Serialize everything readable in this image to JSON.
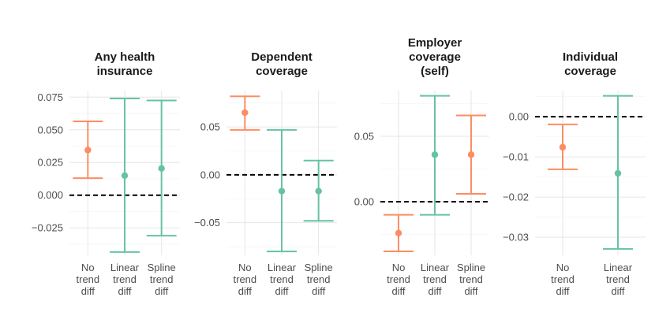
{
  "chart_data": [
    {
      "type": "errorbar",
      "title": "Any health insurance",
      "title_lines": [
        "Any health",
        "insurance"
      ],
      "categories": [
        "No trend diff",
        "Linear trend diff",
        "Spline trend diff"
      ],
      "category_lines": [
        [
          "No",
          "trend",
          "diff"
        ],
        [
          "Linear",
          "trend",
          "diff"
        ],
        [
          "Spline",
          "trend",
          "diff"
        ]
      ],
      "points": [
        {
          "category": "No trend diff",
          "estimate": 0.0345,
          "lower": 0.013,
          "upper": 0.0565,
          "color": "#fc8d62"
        },
        {
          "category": "Linear trend diff",
          "estimate": 0.015,
          "lower": -0.0435,
          "upper": 0.074,
          "color": "#66c2a5"
        },
        {
          "category": "Spline trend diff",
          "estimate": 0.0205,
          "lower": -0.031,
          "upper": 0.0725,
          "color": "#66c2a5"
        }
      ],
      "yticks": [
        -0.025,
        0.0,
        0.025,
        0.05,
        0.075
      ],
      "ytick_labels": [
        "−0.025",
        "0.000",
        "0.025",
        "0.050",
        "0.075"
      ],
      "ylim": [
        -0.046,
        0.08
      ],
      "reference_line": 0.0
    },
    {
      "type": "errorbar",
      "title": "Dependent coverage",
      "title_lines": [
        "Dependent",
        "coverage"
      ],
      "categories": [
        "No trend diff",
        "Linear trend diff",
        "Spline trend diff"
      ],
      "category_lines": [
        [
          "No",
          "trend",
          "diff"
        ],
        [
          "Linear",
          "trend",
          "diff"
        ],
        [
          "Spline",
          "trend",
          "diff"
        ]
      ],
      "points": [
        {
          "category": "No trend diff",
          "estimate": 0.065,
          "lower": 0.047,
          "upper": 0.082,
          "color": "#fc8d62"
        },
        {
          "category": "Linear trend diff",
          "estimate": -0.017,
          "lower": -0.08,
          "upper": 0.047,
          "color": "#66c2a5"
        },
        {
          "category": "Spline trend diff",
          "estimate": -0.017,
          "lower": -0.048,
          "upper": 0.015,
          "color": "#66c2a5"
        }
      ],
      "yticks": [
        -0.05,
        0.0,
        0.05
      ],
      "ytick_labels": [
        "−0.05",
        "0.00",
        "0.05"
      ],
      "ylim": [
        -0.084,
        0.088
      ],
      "reference_line": 0.0
    },
    {
      "type": "errorbar",
      "title": "Employer coverage (self)",
      "title_lines": [
        "Employer",
        "coverage",
        "(self)"
      ],
      "categories": [
        "No trend diff",
        "Linear trend diff",
        "Spline trend diff"
      ],
      "category_lines": [
        [
          "No",
          "trend",
          "diff"
        ],
        [
          "Linear",
          "trend",
          "diff"
        ],
        [
          "Spline",
          "trend",
          "diff"
        ]
      ],
      "points": [
        {
          "category": "No trend diff",
          "estimate": -0.024,
          "lower": -0.038,
          "upper": -0.01,
          "color": "#fc8d62"
        },
        {
          "category": "Linear trend diff",
          "estimate": 0.036,
          "lower": -0.01,
          "upper": 0.081,
          "color": "#66c2a5"
        },
        {
          "category": "Spline trend diff",
          "estimate": 0.036,
          "lower": 0.006,
          "upper": 0.066,
          "color": "#fc8d62"
        }
      ],
      "yticks": [
        0.0,
        0.05
      ],
      "ytick_labels": [
        "0.00",
        "0.05"
      ],
      "ylim": [
        -0.041,
        0.085
      ],
      "reference_line": 0.0
    },
    {
      "type": "errorbar",
      "title": "Individual coverage",
      "title_lines": [
        "Individual",
        "coverage"
      ],
      "categories": [
        "No trend diff",
        "Linear trend diff"
      ],
      "category_lines": [
        [
          "No",
          "trend",
          "diff"
        ],
        [
          "Linear",
          "trend",
          "diff"
        ]
      ],
      "points": [
        {
          "category": "No trend diff",
          "estimate": -0.0076,
          "lower": -0.0131,
          "upper": -0.0019,
          "color": "#fc8d62"
        },
        {
          "category": "Linear trend diff",
          "estimate": -0.0141,
          "lower": -0.0329,
          "upper": 0.0052,
          "color": "#66c2a5"
        }
      ],
      "yticks": [
        -0.03,
        -0.02,
        -0.01,
        0.0
      ],
      "ytick_labels": [
        "−0.03",
        "−0.02",
        "−0.01",
        "0.00"
      ],
      "ylim": [
        -0.0345,
        0.0065
      ],
      "reference_line": 0.0
    }
  ]
}
